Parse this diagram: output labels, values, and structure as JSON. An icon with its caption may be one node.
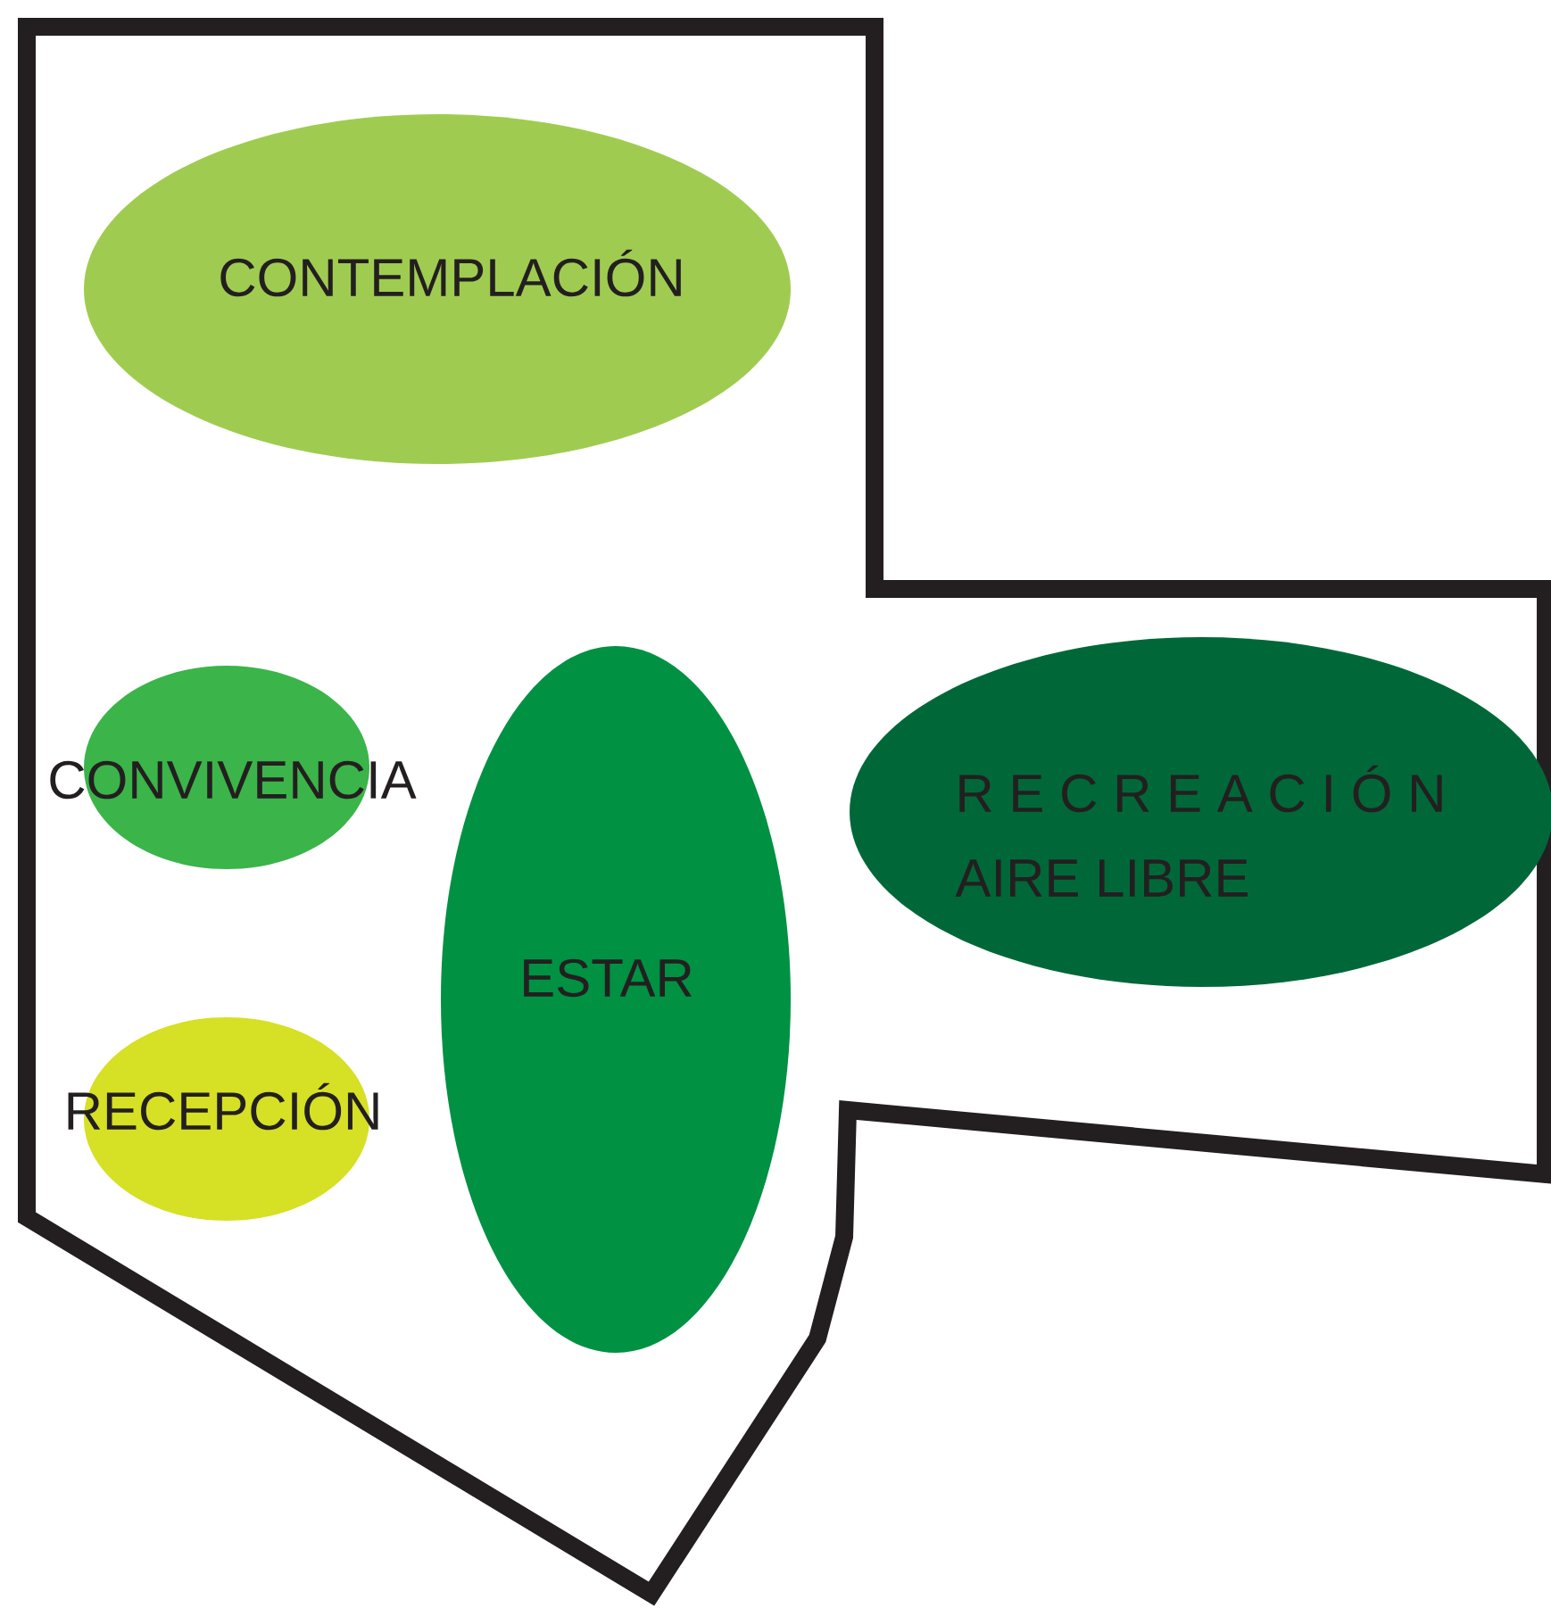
{
  "diagram": {
    "nodes": [
      {
        "text": [
          "CONTEMPLACIÓN"
        ]
      },
      {
        "text": [
          "CONVIVENCIA"
        ]
      },
      {
        "text": [
          "RECEPCIÓN"
        ]
      },
      {
        "text": [
          "ESTAR"
        ]
      },
      {
        "text": [
          "R E C R E A C I Ó N",
          "AIRE LIBRE"
        ]
      }
    ]
  }
}
